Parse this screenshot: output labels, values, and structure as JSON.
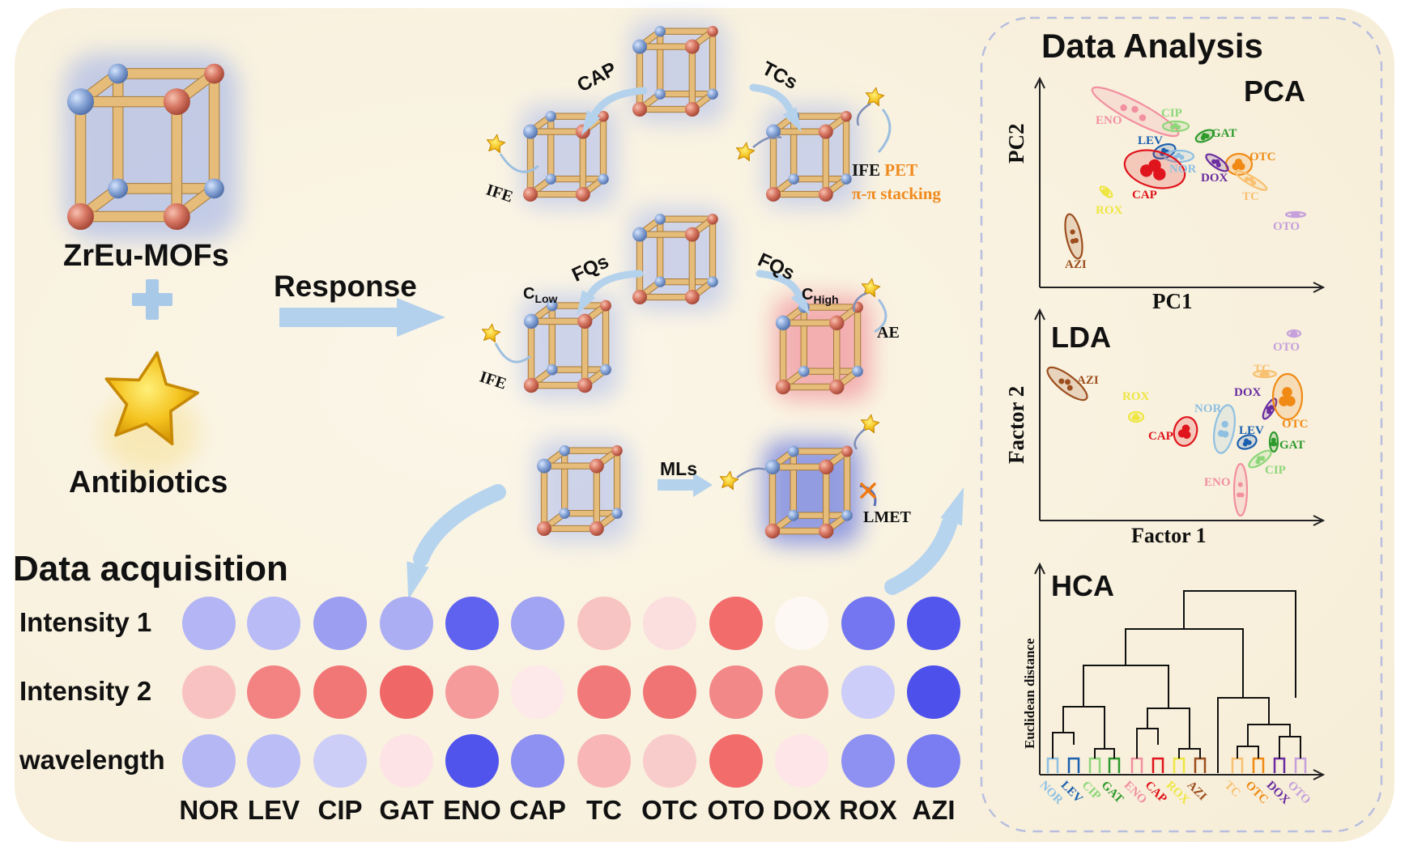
{
  "left": {
    "mof_label": "ZrEu-MOFs",
    "antibiotics_label": "Antibiotics",
    "response_label": "Response"
  },
  "mechanisms": {
    "cap_label": "CAP",
    "tcs_label": "TCs",
    "ife_1": "IFE",
    "ife_pet_prefix": "IFE",
    "pet_label": "PET",
    "pi_stacking": "π-π stacking",
    "fqs_left": "FQs",
    "fqs_right": "FQs",
    "c_low_main": "C",
    "c_low_sub": "Low",
    "c_high_main": "C",
    "c_high_sub": "High",
    "ife_2": "IFE",
    "ae_label": "AE",
    "mls_label": "MLs",
    "lmet_label": "LMET"
  },
  "acquisition": {
    "title": "Data acquisition",
    "rows": [
      {
        "label": "Intensity 1",
        "colors": [
          "#b3b5f5",
          "#b9bbf6",
          "#9c9ef2",
          "#acaef4",
          "#5f62ee",
          "#a1a3f3",
          "#f8c3c3",
          "#fbdede",
          "#f26c6c",
          "#fdf8f3",
          "#7376f0",
          "#5356ed"
        ]
      },
      {
        "label": "Intensity 2",
        "colors": [
          "#f9c2c2",
          "#f38383",
          "#f17676",
          "#f06767",
          "#f59b9b",
          "#fde8ea",
          "#f27979",
          "#f17474",
          "#f38888",
          "#f39191",
          "#cccdf8",
          "#4d50eb"
        ]
      },
      {
        "label": "wavelength",
        "colors": [
          "#b5b7f5",
          "#bbbdf6",
          "#cdcef8",
          "#fde3e5",
          "#5054ec",
          "#8e90f2",
          "#f8b6b6",
          "#f9cccc",
          "#f36c6c",
          "#fde5e8",
          "#8e90f2",
          "#7a7df1"
        ]
      }
    ],
    "columns": [
      "NOR",
      "LEV",
      "CIP",
      "GAT",
      "ENO",
      "CAP",
      "TC",
      "OTC",
      "OTO",
      "DOX",
      "ROX",
      "AZI"
    ]
  },
  "analysis": {
    "title": "Data Analysis",
    "pca": {
      "title": "PCA",
      "xlabel": "PC1",
      "ylabel": "PC2",
      "groups": [
        {
          "name": "ENO",
          "color": "#f28fa0"
        },
        {
          "name": "CIP",
          "color": "#8ed67a"
        },
        {
          "name": "GAT",
          "color": "#2e9a2e"
        },
        {
          "name": "LEV",
          "color": "#1a5fb0"
        },
        {
          "name": "NOR",
          "color": "#8fc0e2"
        },
        {
          "name": "OTC",
          "color": "#f08a14"
        },
        {
          "name": "DOX",
          "color": "#6a2ca0"
        },
        {
          "name": "TC",
          "color": "#f8c070"
        },
        {
          "name": "CAP",
          "color": "#e0141c"
        },
        {
          "name": "ROX",
          "color": "#eee640"
        },
        {
          "name": "OTO",
          "color": "#c5a0dc"
        },
        {
          "name": "AZI",
          "color": "#9c4e1e"
        }
      ]
    },
    "lda": {
      "title": "LDA",
      "xlabel": "Factor 1",
      "ylabel": "Factor 2",
      "groups": [
        {
          "name": "OTO",
          "color": "#c5a0dc"
        },
        {
          "name": "AZI",
          "color": "#9c4e1e"
        },
        {
          "name": "TC",
          "color": "#f8c070"
        },
        {
          "name": "ROX",
          "color": "#eee640"
        },
        {
          "name": "DOX",
          "color": "#6a2ca0"
        },
        {
          "name": "NOR",
          "color": "#8fc0e2"
        },
        {
          "name": "OTC",
          "color": "#f08a14"
        },
        {
          "name": "LEV",
          "color": "#1a5fb0"
        },
        {
          "name": "CAP",
          "color": "#e0141c"
        },
        {
          "name": "GAT",
          "color": "#2e9a2e"
        },
        {
          "name": "CIP",
          "color": "#8ed67a"
        },
        {
          "name": "ENO",
          "color": "#f28fa0"
        }
      ]
    },
    "hca": {
      "title": "HCA",
      "ylabel": "Euclidean distance",
      "leaves": [
        {
          "name": "NOR",
          "color": "#8fc0e2"
        },
        {
          "name": "LEV",
          "color": "#1a5fb0"
        },
        {
          "name": "CIP",
          "color": "#8ed67a"
        },
        {
          "name": "GAT",
          "color": "#2e9a2e"
        },
        {
          "name": "ENO",
          "color": "#f28fa0"
        },
        {
          "name": "CAP",
          "color": "#e0141c"
        },
        {
          "name": "ROX",
          "color": "#eee640"
        },
        {
          "name": "AZI",
          "color": "#9c4e1e"
        },
        {
          "name": "TC",
          "color": "#f8c070"
        },
        {
          "name": "OTC",
          "color": "#f08a14"
        },
        {
          "name": "DOX",
          "color": "#6a2ca0"
        },
        {
          "name": "OTO",
          "color": "#c5a0dc"
        }
      ]
    }
  }
}
